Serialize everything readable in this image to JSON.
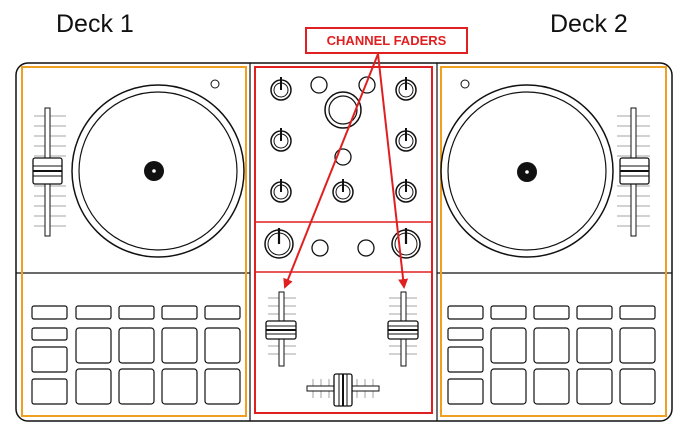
{
  "labels": {
    "deck1": "Deck 1",
    "deck2": "Deck 2",
    "callout": "CHANNEL FADERS"
  },
  "colors": {
    "outline": "#111111",
    "deck_highlight": "#f0a020",
    "mixer_highlight": "#e02020",
    "callout": "#e02020"
  }
}
